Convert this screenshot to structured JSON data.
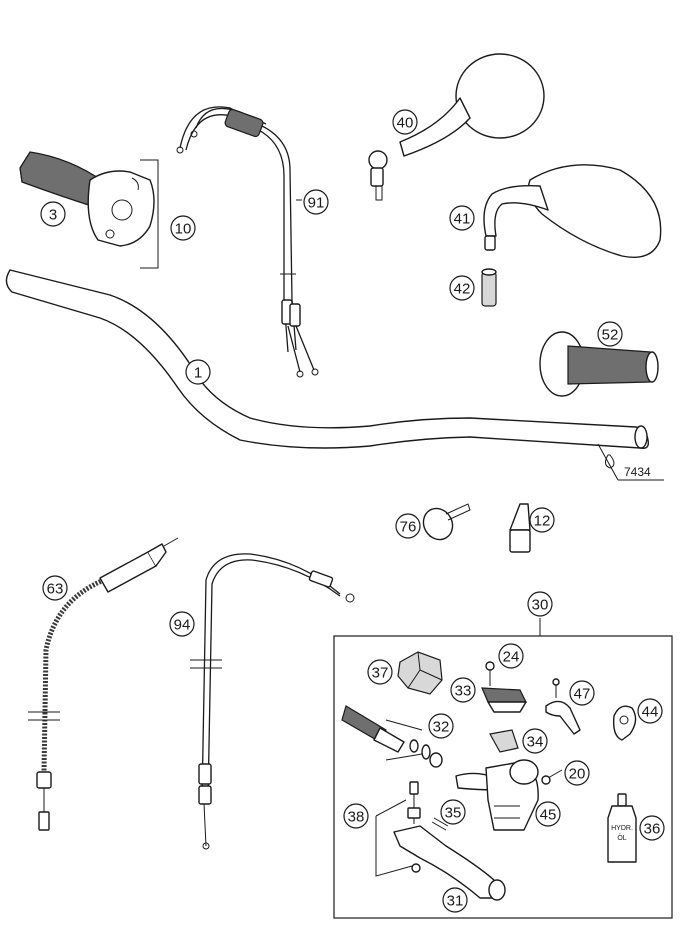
{
  "callouts": [
    {
      "id": "1",
      "label": "1"
    },
    {
      "id": "3",
      "label": "3"
    },
    {
      "id": "10",
      "label": "10"
    },
    {
      "id": "12",
      "label": "12"
    },
    {
      "id": "20",
      "label": "20"
    },
    {
      "id": "24",
      "label": "24"
    },
    {
      "id": "30",
      "label": "30"
    },
    {
      "id": "31",
      "label": "31"
    },
    {
      "id": "32",
      "label": "32"
    },
    {
      "id": "33",
      "label": "33"
    },
    {
      "id": "34",
      "label": "34"
    },
    {
      "id": "35",
      "label": "35"
    },
    {
      "id": "36",
      "label": "36"
    },
    {
      "id": "37",
      "label": "37"
    },
    {
      "id": "38",
      "label": "38"
    },
    {
      "id": "40",
      "label": "40"
    },
    {
      "id": "41",
      "label": "41"
    },
    {
      "id": "42",
      "label": "42"
    },
    {
      "id": "44",
      "label": "44"
    },
    {
      "id": "45",
      "label": "45"
    },
    {
      "id": "47",
      "label": "47"
    },
    {
      "id": "52",
      "label": "52"
    },
    {
      "id": "63",
      "label": "63"
    },
    {
      "id": "76",
      "label": "76"
    },
    {
      "id": "91",
      "label": "91"
    },
    {
      "id": "94",
      "label": "94"
    }
  ],
  "reference_label": "7434",
  "bottle_label_line1": "HYDR.",
  "bottle_label_line2": "ÖL"
}
